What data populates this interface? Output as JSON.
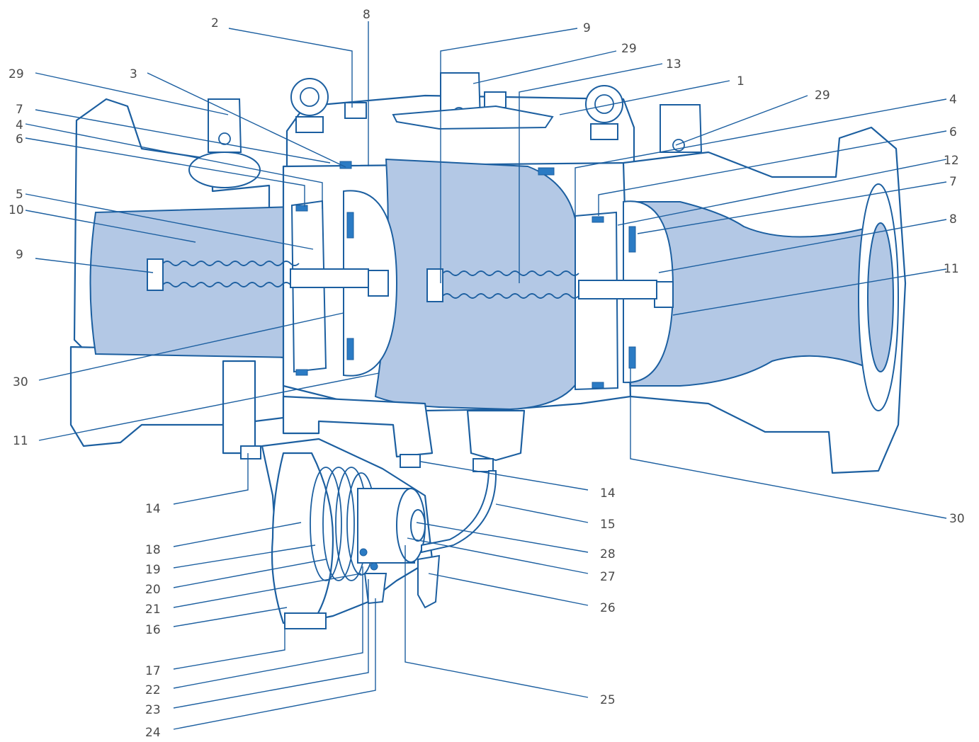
{
  "colors": {
    "outline": "#1c5fa0",
    "flow_fill": "#b3c8e5",
    "seal": "#2b7bc4",
    "label_text": "#4a4a4a"
  },
  "callouts": [
    {
      "id": "c-2",
      "label": "2"
    },
    {
      "id": "c-8a",
      "label": "8"
    },
    {
      "id": "c-9a",
      "label": "9"
    },
    {
      "id": "c-29a",
      "label": "29"
    },
    {
      "id": "c-13",
      "label": "13"
    },
    {
      "id": "c-1",
      "label": "1"
    },
    {
      "id": "c-29b",
      "label": "29"
    },
    {
      "id": "c-29c",
      "label": "29"
    },
    {
      "id": "c-3",
      "label": "3"
    },
    {
      "id": "c-7a",
      "label": "7"
    },
    {
      "id": "c-4a",
      "label": "4"
    },
    {
      "id": "c-6a",
      "label": "6"
    },
    {
      "id": "c-5",
      "label": "5"
    },
    {
      "id": "c-10",
      "label": "10"
    },
    {
      "id": "c-9b",
      "label": "9"
    },
    {
      "id": "c-4b",
      "label": "4"
    },
    {
      "id": "c-6b",
      "label": "6"
    },
    {
      "id": "c-12",
      "label": "12"
    },
    {
      "id": "c-7b",
      "label": "7"
    },
    {
      "id": "c-8b",
      "label": "8"
    },
    {
      "id": "c-11a",
      "label": "11"
    },
    {
      "id": "c-30a",
      "label": "30"
    },
    {
      "id": "c-11b",
      "label": "11"
    },
    {
      "id": "c-14a",
      "label": "14"
    },
    {
      "id": "c-14b",
      "label": "14"
    },
    {
      "id": "c-15",
      "label": "15"
    },
    {
      "id": "c-30b",
      "label": "30"
    },
    {
      "id": "c-18",
      "label": "18"
    },
    {
      "id": "c-28",
      "label": "28"
    },
    {
      "id": "c-19",
      "label": "19"
    },
    {
      "id": "c-27",
      "label": "27"
    },
    {
      "id": "c-20",
      "label": "20"
    },
    {
      "id": "c-21",
      "label": "21"
    },
    {
      "id": "c-26",
      "label": "26"
    },
    {
      "id": "c-16",
      "label": "16"
    },
    {
      "id": "c-17",
      "label": "17"
    },
    {
      "id": "c-22",
      "label": "22"
    },
    {
      "id": "c-23",
      "label": "23"
    },
    {
      "id": "c-25",
      "label": "25"
    },
    {
      "id": "c-24",
      "label": "24"
    }
  ]
}
